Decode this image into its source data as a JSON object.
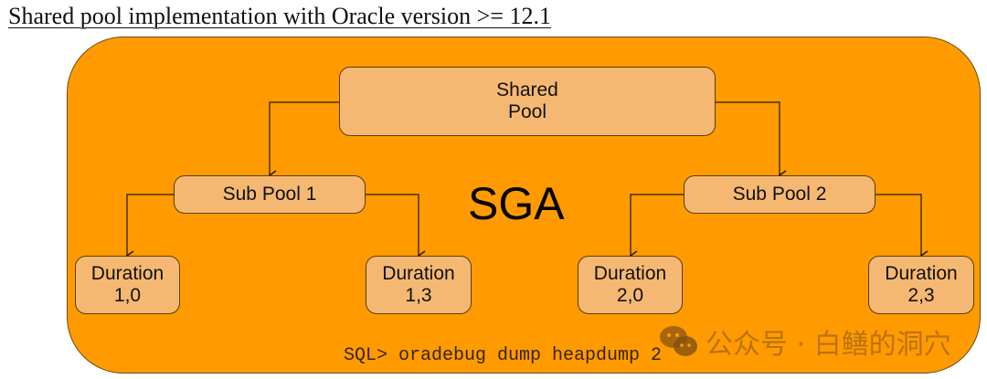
{
  "page": {
    "title": "Shared pool implementation with Oracle version >= 12.1"
  },
  "diagram": {
    "container_label": "SGA",
    "colors": {
      "container_fill": "#ff9b00",
      "box_fill": "#f5b872",
      "stroke": "#5a3c10"
    },
    "nodes": {
      "shared_pool": {
        "line1": "Shared",
        "line2": "Pool"
      },
      "sub_pool_1": {
        "label": "Sub Pool 1"
      },
      "sub_pool_2": {
        "label": "Sub Pool 2"
      },
      "duration_1_0": {
        "line1": "Duration",
        "line2": "1,0"
      },
      "duration_1_3": {
        "line1": "Duration",
        "line2": "1,3"
      },
      "duration_2_0": {
        "line1": "Duration",
        "line2": "2,0"
      },
      "duration_2_3": {
        "line1": "Duration",
        "line2": "2,3"
      }
    },
    "edges": [
      {
        "from": "shared_pool",
        "to": "sub_pool_1"
      },
      {
        "from": "shared_pool",
        "to": "sub_pool_2"
      },
      {
        "from": "sub_pool_1",
        "to": "duration_1_0"
      },
      {
        "from": "sub_pool_1",
        "to": "duration_1_3"
      },
      {
        "from": "sub_pool_2",
        "to": "duration_2_0"
      },
      {
        "from": "sub_pool_2",
        "to": "duration_2_3"
      }
    ],
    "command": "SQL> oradebug dump heapdump 2"
  },
  "watermark": {
    "icon": "wechat-icon",
    "text": "公众号 · 白鳝的洞穴"
  }
}
